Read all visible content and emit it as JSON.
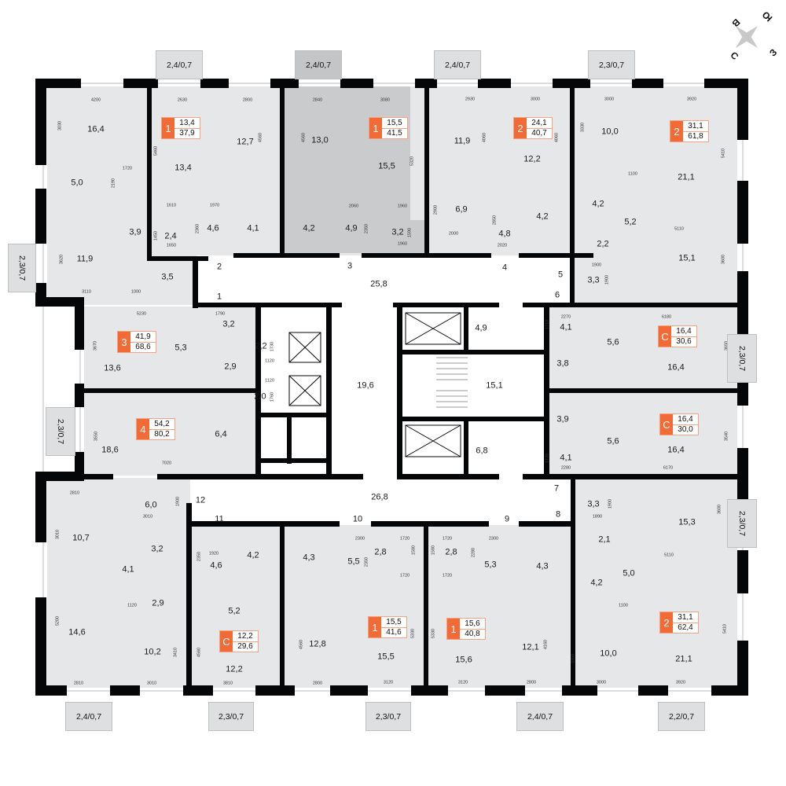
{
  "plan": {
    "accent_color": "#f26a35",
    "floor_color": "#e6e7e8",
    "highlight_color": "#c9cbcc",
    "compass": {
      "top_right": "Ю",
      "top_left": "В",
      "bottom_left": "С",
      "bottom_right": "З"
    },
    "apartments": [
      {
        "type": "1",
        "living": "13,4",
        "total": "37,9"
      },
      {
        "type": "1",
        "living": "15,5",
        "total": "41,5"
      },
      {
        "type": "2",
        "living": "24,1",
        "total": "40,7"
      },
      {
        "type": "2",
        "living": "31,1",
        "total": "61,8"
      },
      {
        "type": "3",
        "living": "41,9",
        "total": "68,6"
      },
      {
        "type": "4",
        "living": "54,2",
        "total": "80,2"
      },
      {
        "type": "С",
        "living": "16,4",
        "total": "30,6"
      },
      {
        "type": "С",
        "living": "16,4",
        "total": "30,0"
      },
      {
        "type": "С",
        "living": "12,2",
        "total": "29,6"
      },
      {
        "type": "1",
        "living": "15,5",
        "total": "41,6"
      },
      {
        "type": "1",
        "living": "15,6",
        "total": "40,8"
      },
      {
        "type": "2",
        "living": "31,1",
        "total": "62,4"
      }
    ],
    "balconies": [
      "2,4/0,7",
      "2,4/0,7",
      "2,4/0,7",
      "2,3/0,7",
      "2,3/0,7",
      "2,3/0,7",
      "2,3/0,7",
      "2,3/0,7",
      "2,4/0,7",
      "2,3/0,7",
      "2,3/0,7",
      "2,4/0,7",
      "2,2/0,7"
    ],
    "room_areas": [
      "16,4",
      "5,0",
      "11,9",
      "3,9",
      "3,5",
      "13,4",
      "12,7",
      "2,4",
      "4,6",
      "4,1",
      "13,0",
      "15,5",
      "4,2",
      "4,9",
      "3,2",
      "11,9",
      "12,2",
      "6,9",
      "4,8",
      "4,2",
      "10,0",
      "21,1",
      "4,2",
      "5,2",
      "2,2",
      "15,1",
      "3,3",
      "25,8",
      "5,3",
      "13,6",
      "3,2",
      "2,9",
      "2,2",
      "2,0",
      "18,6",
      "6,4",
      "19,6",
      "4,9",
      "15,1",
      "6,8",
      "26,8",
      "4,1",
      "3,8",
      "5,6",
      "16,4",
      "3,9",
      "5,6",
      "4,1",
      "16,4",
      "6,0",
      "10,7",
      "3,2",
      "4,1",
      "2,9",
      "14,6",
      "10,2",
      "4,6",
      "4,2",
      "4,3",
      "5,5",
      "2,8",
      "2,8",
      "5,3",
      "4,3",
      "5,2",
      "12,2",
      "12,8",
      "15,5",
      "15,6",
      "12,1",
      "3,3",
      "15,3",
      "2,1",
      "5,0",
      "4,2",
      "10,0",
      "21,1"
    ],
    "corridor_numbers": [
      "1",
      "2",
      "3",
      "4",
      "5",
      "6",
      "7",
      "8",
      "9",
      "10",
      "11",
      "12"
    ],
    "dimensions": [
      "4200",
      "3030",
      "1720",
      "2190",
      "3620",
      "3110",
      "1000",
      "2630",
      "5460",
      "1610",
      "1970",
      "2360",
      "1450",
      "1650",
      "2800",
      "4560",
      "2840",
      "4560",
      "3080",
      "5320",
      "2060",
      "2350",
      "1960",
      "1960",
      "1590",
      "2930",
      "4060",
      "3000",
      "4060",
      "2900",
      "2000",
      "2850",
      "2020",
      "3000",
      "3330",
      "1100",
      "3920",
      "5410",
      "5110",
      "3600",
      "1900",
      "1900",
      "5230",
      "1790",
      "3670",
      "1730",
      "1120",
      "1120",
      "1760",
      "3550",
      "7020",
      "2270",
      "6180",
      "1710",
      "3650",
      "3540",
      "1720",
      "2280",
      "6170",
      "2810",
      "1900",
      "3010",
      "3010",
      "5200",
      "1120",
      "3410",
      "2810",
      "3010",
      "1920",
      "2350",
      "4560",
      "3810",
      "4560",
      "2800",
      "2300",
      "2350",
      "1720",
      "1580",
      "1720",
      "1580",
      "1720",
      "1720",
      "2280",
      "2300",
      "5330",
      "5330",
      "3120",
      "3120",
      "4160",
      "2800",
      "3350",
      "3000",
      "3920",
      "5410",
      "5110",
      "1100",
      "1890",
      "1900",
      "3600"
    ]
  }
}
